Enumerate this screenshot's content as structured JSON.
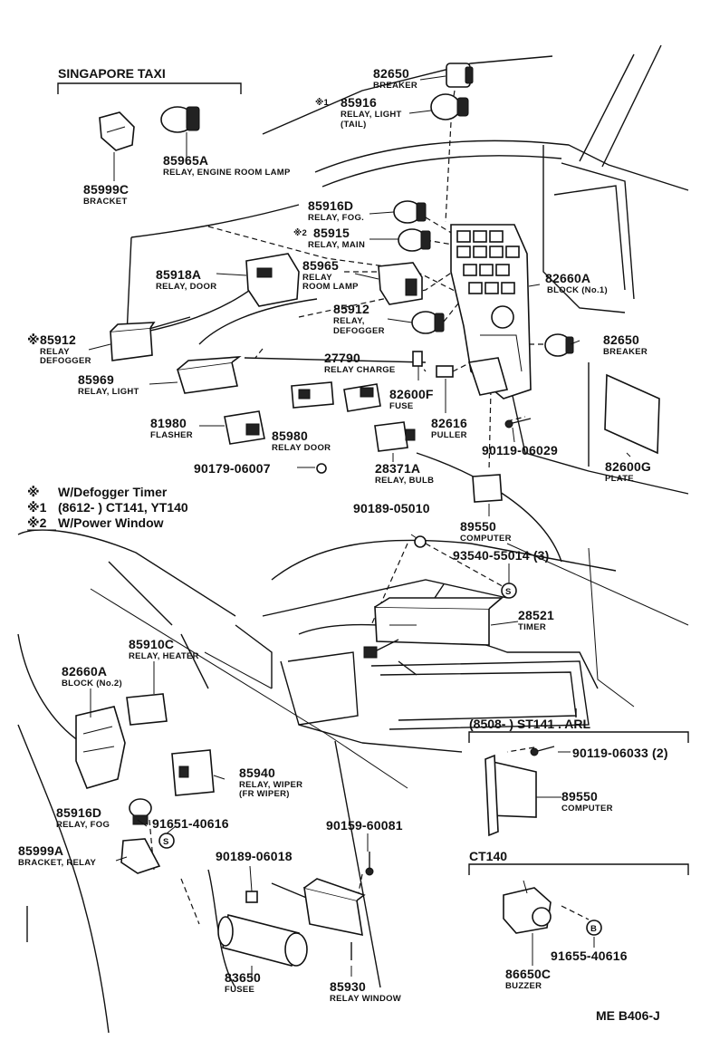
{
  "group_titles": {
    "singapore_taxi": "SINGAPORE TAXI",
    "st141_range": "(8508-          ) ST141 . ARL",
    "ct140": "CT140"
  },
  "notes": [
    {
      "mark": "※",
      "text": "W/Defogger Timer"
    },
    {
      "mark": "※1",
      "text": "(8612-          ) CT141, YT140"
    },
    {
      "mark": "※2",
      "text": "W/Power Window"
    }
  ],
  "footer_code": "ME B406-J",
  "markers": {
    "s": "S",
    "b": "B",
    "star": "※",
    "star1": "※1",
    "star2": "※2"
  },
  "parts": [
    {
      "id": "p82650a",
      "number": "82650",
      "desc": [
        "BREAKER"
      ]
    },
    {
      "id": "p85916",
      "number": "85916",
      "desc": [
        "RELAY, LIGHT",
        "(TAIL)"
      ]
    },
    {
      "id": "p85999c",
      "number": "85999C",
      "desc": [
        "BRACKET"
      ]
    },
    {
      "id": "p85965a",
      "number": "85965A",
      "desc": [
        "RELAY, ENGINE ROOM LAMP"
      ]
    },
    {
      "id": "p85916d_top",
      "number": "85916D",
      "desc": [
        "RELAY, FOG."
      ]
    },
    {
      "id": "p85915",
      "number": "85915",
      "desc": [
        "RELAY, MAIN"
      ]
    },
    {
      "id": "p85918a",
      "number": "85918A",
      "desc": [
        "RELAY, DOOR"
      ]
    },
    {
      "id": "p85965",
      "number": "85965",
      "desc": [
        "RELAY",
        "ROOM LAMP"
      ]
    },
    {
      "id": "p82660a_top",
      "number": "82660A",
      "desc": [
        "BLOCK (No.1)"
      ]
    },
    {
      "id": "p85912_right",
      "number": "85912",
      "desc": [
        "RELAY,",
        "DEFOGGER"
      ]
    },
    {
      "id": "p85912_left",
      "number": "85912",
      "desc": [
        "RELAY",
        "DEFOGGER"
      ]
    },
    {
      "id": "p82650b",
      "number": "82650",
      "desc": [
        "BREAKER"
      ]
    },
    {
      "id": "p27790",
      "number": "27790",
      "desc": [
        "RELAY CHARGE"
      ]
    },
    {
      "id": "p85969",
      "number": "85969",
      "desc": [
        "RELAY, LIGHT"
      ]
    },
    {
      "id": "p82600f",
      "number": "82600F",
      "desc": [
        "FUSE"
      ]
    },
    {
      "id": "p81980",
      "number": "81980",
      "desc": [
        "FLASHER"
      ]
    },
    {
      "id": "p85980",
      "number": "85980",
      "desc": [
        "RELAY DOOR"
      ]
    },
    {
      "id": "p82616",
      "number": "82616",
      "desc": [
        "PULLER"
      ]
    },
    {
      "id": "p90119_06029",
      "number": "90119-06029",
      "desc": []
    },
    {
      "id": "p90179_06007",
      "number": "90179-06007",
      "desc": []
    },
    {
      "id": "p28371a",
      "number": "28371A",
      "desc": [
        "RELAY, BULB"
      ]
    },
    {
      "id": "p82600g",
      "number": "82600G",
      "desc": [
        "PLATE"
      ]
    },
    {
      "id": "p90189_05010",
      "number": "90189-05010",
      "desc": []
    },
    {
      "id": "p89550_top",
      "number": "89550",
      "desc": [
        "COMPUTER"
      ]
    },
    {
      "id": "p93540",
      "number": "93540-55014 (3)",
      "desc": []
    },
    {
      "id": "p28521",
      "number": "28521",
      "desc": [
        "TIMER"
      ]
    },
    {
      "id": "p85910c",
      "number": "85910C",
      "desc": [
        "RELAY, HEATER"
      ]
    },
    {
      "id": "p82660a_bottom",
      "number": "82660A",
      "desc": [
        "BLOCK (No.2)"
      ]
    },
    {
      "id": "p90119_06033",
      "number": "90119-06033 (2)",
      "desc": []
    },
    {
      "id": "p85940",
      "number": "85940",
      "desc": [
        "RELAY, WIPER",
        "(FR WIPER)"
      ]
    },
    {
      "id": "p89550_bottom",
      "number": "89550",
      "desc": [
        "COMPUTER"
      ]
    },
    {
      "id": "p85916d_bottom",
      "number": "85916D",
      "desc": [
        "RELAY, FOG"
      ]
    },
    {
      "id": "p91651",
      "number": "91651-40616",
      "desc": []
    },
    {
      "id": "p90159",
      "number": "90159-60081",
      "desc": []
    },
    {
      "id": "p85999a",
      "number": "85999A",
      "desc": [
        "BRACKET, RELAY"
      ]
    },
    {
      "id": "p90189_06018",
      "number": "90189-06018",
      "desc": []
    },
    {
      "id": "p91655",
      "number": "91655-40616",
      "desc": []
    },
    {
      "id": "p83650",
      "number": "83650",
      "desc": [
        "FUSEE"
      ]
    },
    {
      "id": "p85930",
      "number": "85930",
      "desc": [
        "RELAY WINDOW"
      ]
    },
    {
      "id": "p86650c",
      "number": "86650C",
      "desc": [
        "BUZZER"
      ]
    }
  ]
}
